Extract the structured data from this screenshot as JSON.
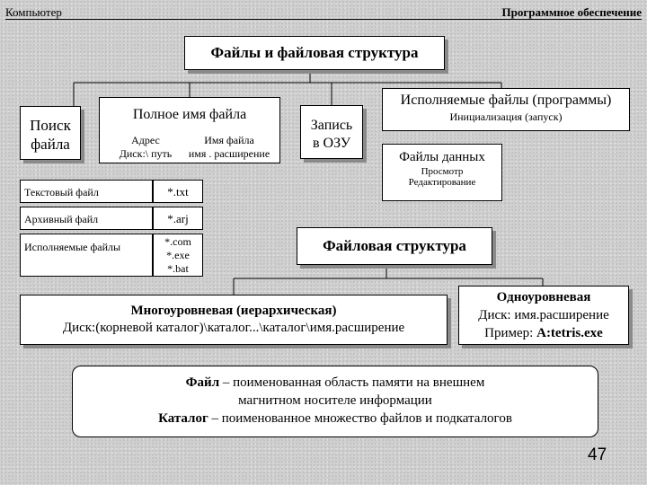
{
  "header": {
    "left": "Компьютер",
    "right": "Программное обеспечение"
  },
  "title": "Файлы и файловая структура",
  "search": {
    "line1": "Поиск",
    "line2": "файла"
  },
  "full_name": {
    "title": "Полное имя файла",
    "address_l1": "Адрес",
    "address_l2": "Диск:\\ путь",
    "filename_l1": "Имя файла",
    "filename_l2": "имя . расширение"
  },
  "ram": {
    "line1": "Запись",
    "line2": "в ОЗУ"
  },
  "file_types": [
    {
      "label": "Текстовый файл",
      "ext": [
        "*.txt"
      ]
    },
    {
      "label": "Архивный файл",
      "ext": [
        "*.arj"
      ]
    },
    {
      "label": "Исполняемые файлы",
      "ext": [
        "*.com",
        "*.exe",
        "*.bat"
      ]
    }
  ],
  "executables": {
    "title": "Исполняемые файлы (программы)",
    "sub": "Инициализация (запуск)"
  },
  "data_files": {
    "title": "Файлы данных",
    "sub1": "Просмотр",
    "sub2": "Редактирование"
  },
  "file_structure": "Файловая структура",
  "multilevel": {
    "title": "Многоуровневая (иерархическая)",
    "path": "Диск:(корневой каталог)\\каталог...\\каталог\\имя.расширение"
  },
  "singlelevel": {
    "title": "Одноуровневая",
    "path": "Диск: имя.расширение",
    "example_prefix": "Пример: ",
    "example_value": "A:tetris.exe"
  },
  "definitions": {
    "file_term": "Файл",
    "file_def1": " – поименованная область памяти на внешнем",
    "file_def2": "магнитном носителе информации",
    "catalog_term": "Каталог",
    "catalog_def": " – поименованное множество файлов и подкаталогов"
  },
  "page_number": "47"
}
